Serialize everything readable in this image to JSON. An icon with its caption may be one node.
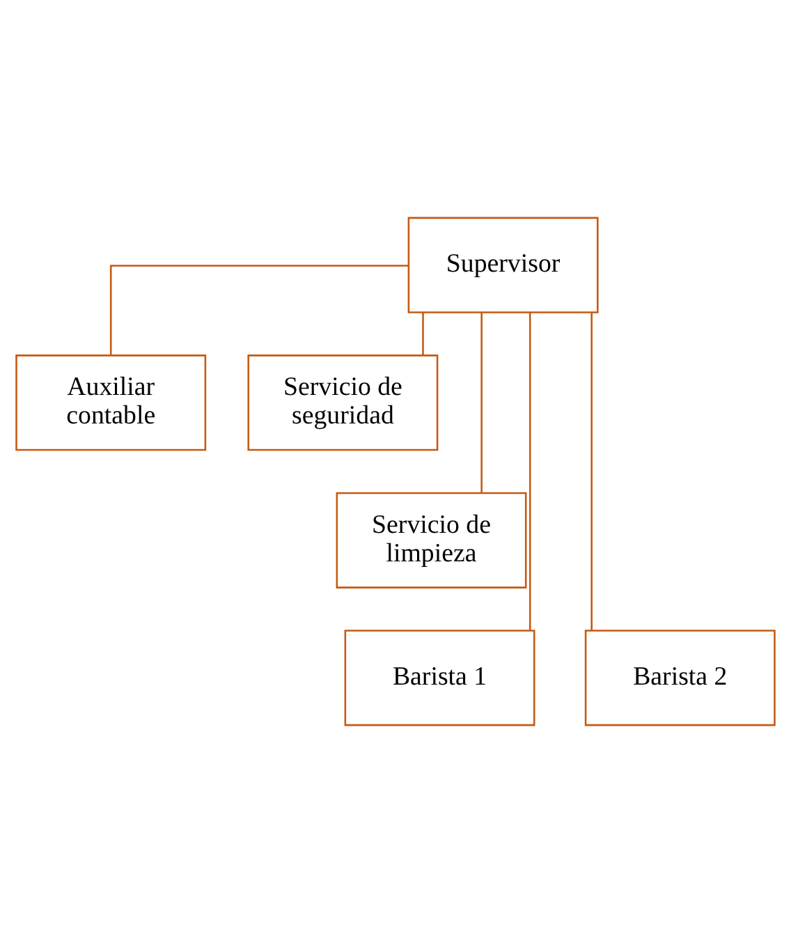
{
  "diagram": {
    "nodes": [
      {
        "text": [
          "Supervisor"
        ]
      },
      {
        "text": [
          "Auxiliar contable"
        ]
      },
      {
        "text": [
          "Servicio de seguridad"
        ]
      },
      {
        "text": [
          "Servicio de limpieza"
        ]
      },
      {
        "text": [
          "Barista 1"
        ]
      },
      {
        "text": [
          "Barista 2"
        ]
      }
    ],
    "edges": [
      {
        "from": 0,
        "to": 1,
        "arrow": "none"
      },
      {
        "from": 0,
        "to": 2,
        "arrow": "none"
      },
      {
        "from": 0,
        "to": 3,
        "arrow": "none"
      },
      {
        "from": 0,
        "to": 4,
        "arrow": "none"
      },
      {
        "from": 0,
        "to": 5,
        "arrow": "none"
      }
    ]
  }
}
